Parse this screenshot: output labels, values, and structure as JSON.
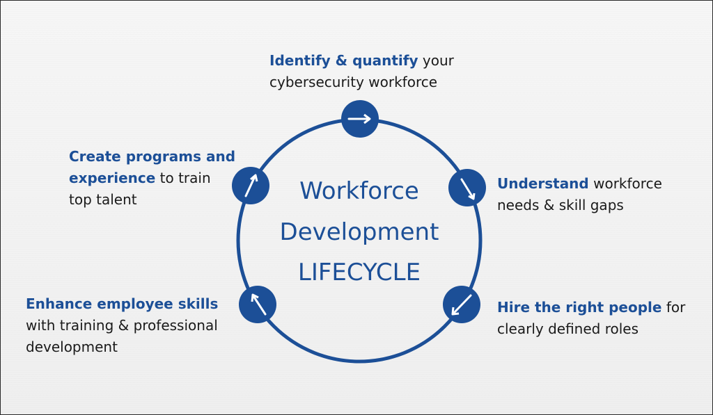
{
  "diagram": {
    "title_lines": [
      "Workforce",
      "Development",
      "LIFECYCLE"
    ],
    "colors": {
      "accent": "#1c4f97",
      "text": "#1a1a1a",
      "background": "#f2f2f2"
    },
    "steps": [
      {
        "id": "identify",
        "icon": "arrow-right-icon",
        "line1_bold": "Identify & quantify",
        "line1_rest": " your",
        "line2": "cybersecurity workforce"
      },
      {
        "id": "understand",
        "icon": "arrow-down-right-icon",
        "line1_bold": "Understand",
        "line1_rest": " workforce",
        "line2": "needs & skill gaps"
      },
      {
        "id": "hire",
        "icon": "arrow-down-left-icon",
        "line1_bold": "Hire the right people",
        "line1_rest": " for",
        "line2": "clearly defined roles"
      },
      {
        "id": "enhance",
        "icon": "arrow-up-left-icon",
        "line1_bold": "Enhance employee skills",
        "line2": "with training & professional",
        "line3": "development"
      },
      {
        "id": "create",
        "icon": "arrow-up-right-icon",
        "line1_bold": "Create programs and",
        "line2_bold": "experience",
        "line2_rest": " to train",
        "line3": "top talent"
      }
    ]
  }
}
